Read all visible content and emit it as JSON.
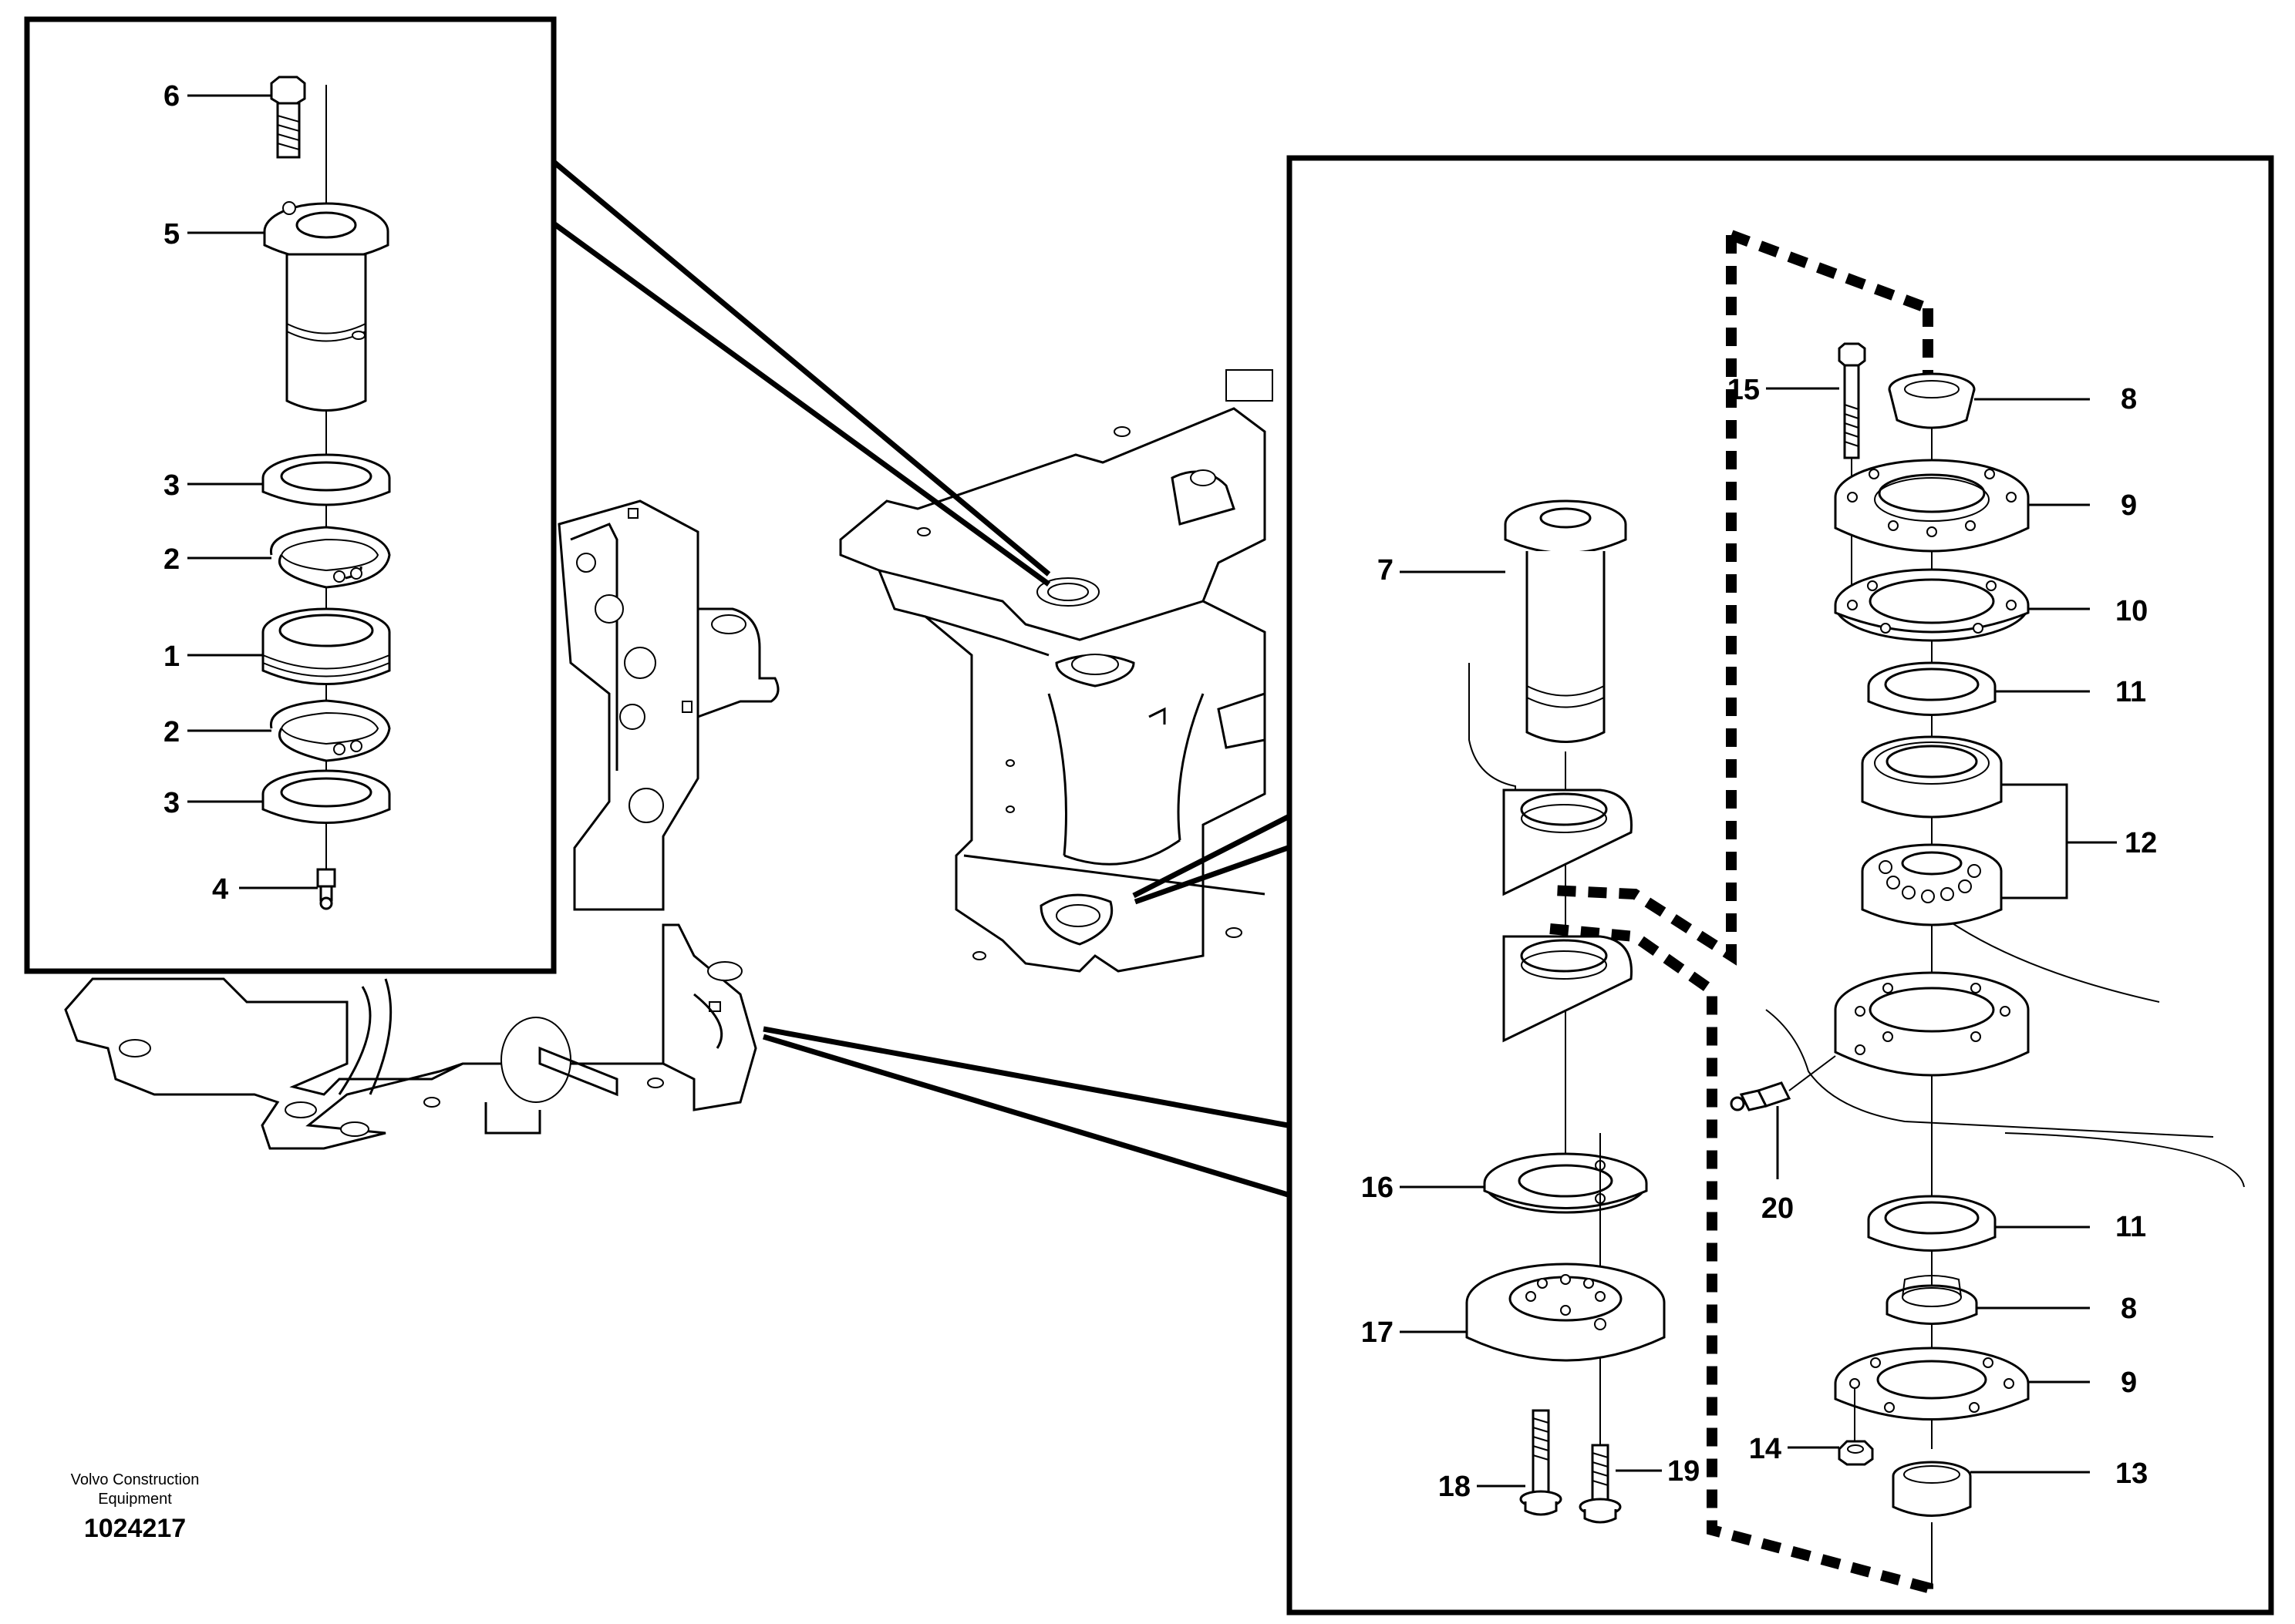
{
  "callouts": {
    "c6": "6",
    "c5": "5",
    "c3a": "3",
    "c2a": "2",
    "c1": "1",
    "c2b": "2",
    "c3b": "3",
    "c4": "4",
    "c7": "7",
    "c15": "15",
    "c8a": "8",
    "c9a": "9",
    "c10": "10",
    "c11a": "11",
    "c12": "12",
    "c20": "20",
    "c11b": "11",
    "c8b": "8",
    "c9b": "9",
    "c14": "14",
    "c13": "13",
    "c16": "16",
    "c17": "17",
    "c18": "18",
    "c19": "19"
  },
  "footer": {
    "brand_line1": "Volvo Construction",
    "brand_line2": "Equipment",
    "drawing_number": "1024217"
  }
}
